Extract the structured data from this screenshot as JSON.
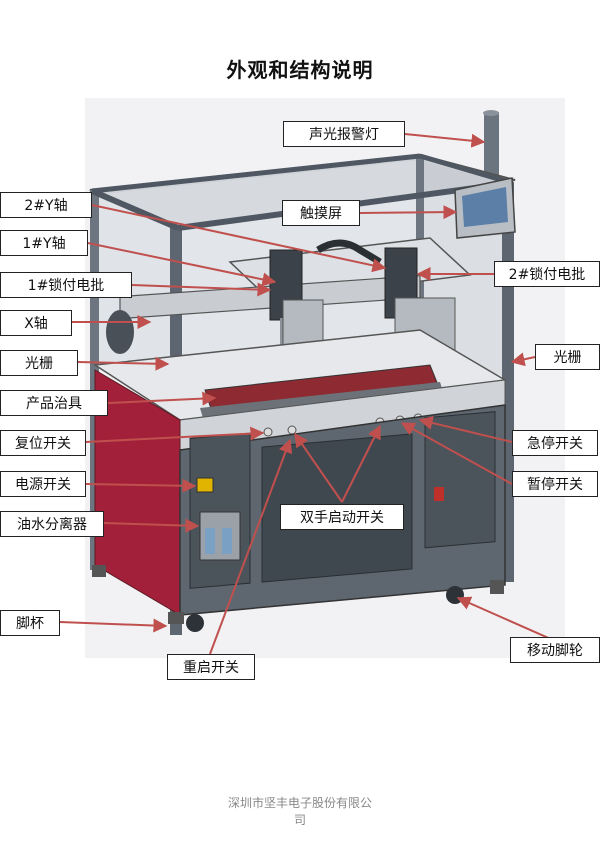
{
  "title": "外观和结构说明",
  "callouts": {
    "alarm_light": "声光报警灯",
    "touch_screen": "触摸屏",
    "y2_axis": "2#Y轴",
    "y1_axis": "1#Y轴",
    "driver1": "1#锁付电批",
    "driver2": "2#锁付电批",
    "x_axis": "X轴",
    "light_curtain_left": "光栅",
    "light_curtain_right": "光栅",
    "fixture": "产品治具",
    "reset_switch": "复位开关",
    "emergency_stop": "急停开关",
    "power_switch": "电源开关",
    "pause_switch": "暂停开关",
    "oil_water_separator": "油水分离器",
    "two_hand_start": "双手启动开关",
    "foot_cup": "脚杯",
    "caster": "移动脚轮",
    "restart_switch": "重启开关"
  },
  "footer": {
    "line1": "深圳市坚丰电子股份有限公",
    "line2": "司"
  },
  "colors": {
    "frame": "#5d6670",
    "panel_red": "#a3203a",
    "arrow": "#c0504d",
    "screen": "#5c7fa8"
  }
}
